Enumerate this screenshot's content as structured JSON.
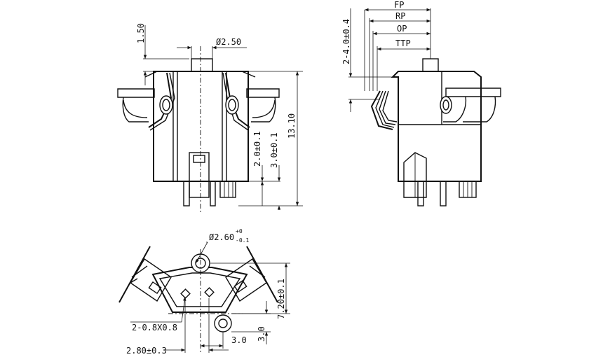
{
  "front_view": {
    "dim_head_height": "1.50",
    "dim_plunger_dia": "Ø2.50",
    "dim_total_height": "13.10",
    "dim_terminal_1": "2.0±0.1",
    "dim_terminal_2": "3.0±0.1"
  },
  "side_view": {
    "pos_fp": "FP",
    "pos_rp": "RP",
    "pos_op": "OP",
    "pos_ttp": "TTP",
    "dim_travel": "2-4.0±0.4"
  },
  "bottom_view": {
    "dim_hole_main": "Ø2.60",
    "dim_hole_tol_upper": "+0",
    "dim_hole_tol_lower": "-0.1",
    "dim_pins": "2-0.8X0.8",
    "dim_pitch_tol": "2.80±0.3",
    "dim_pitch": "3.0",
    "dim_offset": "3.0",
    "dim_height": "7.20±0.1"
  }
}
